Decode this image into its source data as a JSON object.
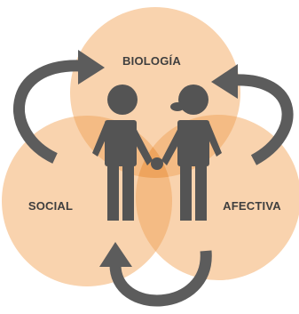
{
  "diagram": {
    "labels": {
      "top": "BIOLOGÍA",
      "left": "SOCIAL",
      "right": "AFECTIVA"
    },
    "colors": {
      "circle_fill": "#f8caa0",
      "overlap_tint": "#f2b06a",
      "figure": "#545454",
      "arrow": "#5c5c5c",
      "label_text": "#3f3f3f"
    },
    "icons": [
      "male-figure-icon",
      "female-figure-icon",
      "cycle-arrow-icon"
    ]
  }
}
